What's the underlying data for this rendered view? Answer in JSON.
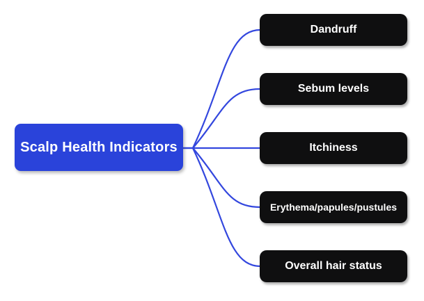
{
  "diagram": {
    "type": "mindmap",
    "background_color": "#ffffff",
    "connector_color": "#3347de",
    "root": {
      "label": "Scalp Health Indicators",
      "fill_color": "#2a43da",
      "text_color": "#ffffff"
    },
    "branch_style": {
      "fill_color": "#0f0f10",
      "text_color": "#ffffff"
    },
    "branches": [
      {
        "label": "Dandruff"
      },
      {
        "label": "Sebum levels"
      },
      {
        "label": "Itchiness"
      },
      {
        "label": "Erythema/papules/pustules"
      },
      {
        "label": "Overall hair status"
      }
    ]
  }
}
